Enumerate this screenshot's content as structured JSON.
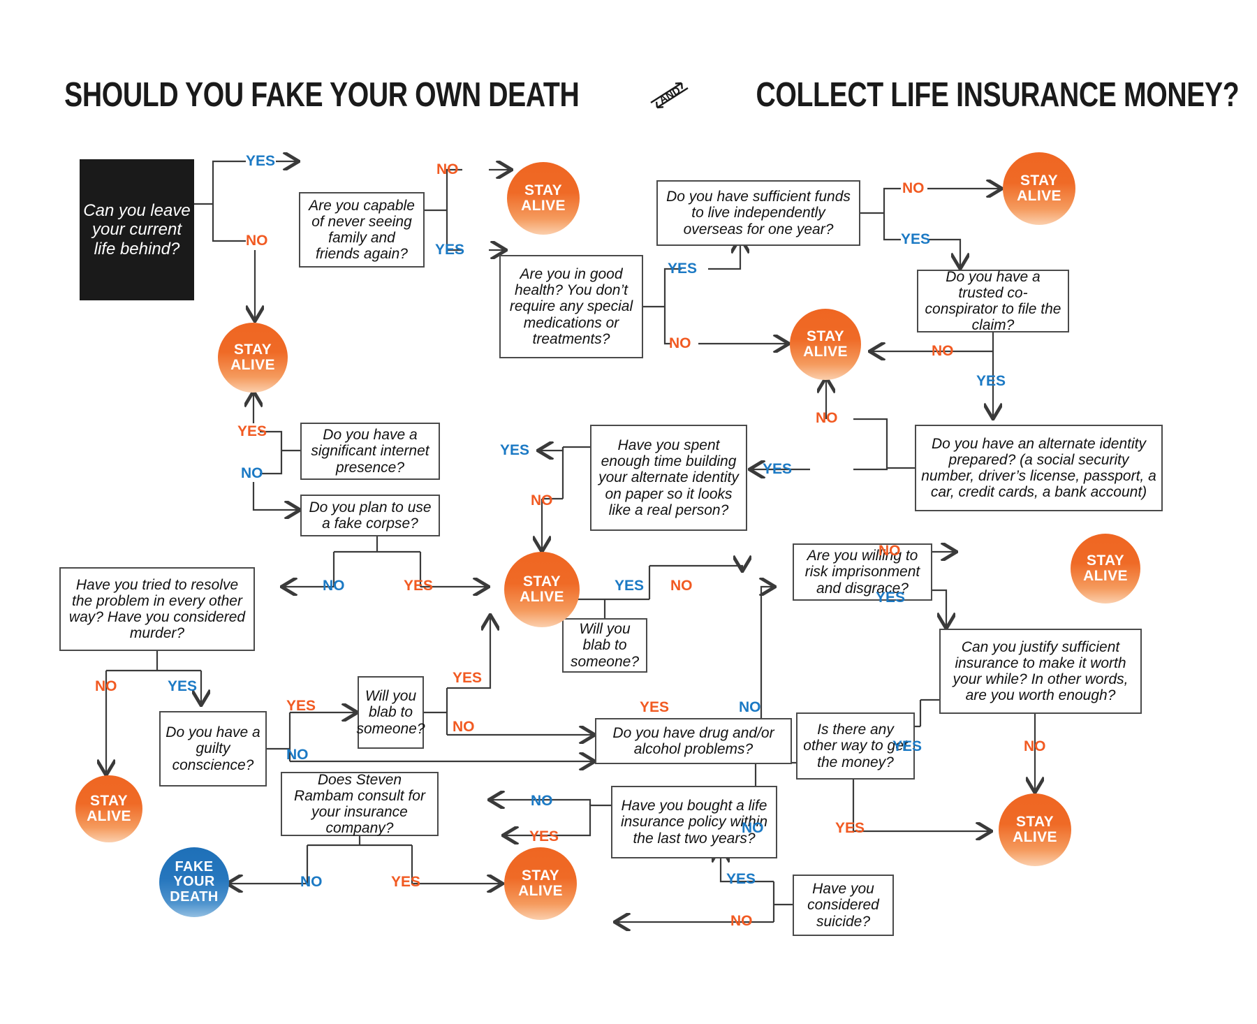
{
  "title": {
    "part1": "SHOULD YOU FAKE YOUR OWN DEATH",
    "connector": "AND",
    "part2": "COLLECT LIFE INSURANCE MONEY?"
  },
  "colors": {
    "yes_blue": "#1b79c4",
    "no_orange": "#f15a22",
    "stay_alive": "#ef6622",
    "fake_death": "#1e70b8",
    "start_box": "#1a1a1a",
    "box_border": "#4a4a4a",
    "wire": "#3a3a3a"
  },
  "nodes": {
    "start": "Can you leave your current life behind?",
    "q_family": "Are you capable of never seeing family and friends again?",
    "q_health": "Are you in good health? You don’t require any special medications or treatments?",
    "q_funds": "Do you have sufficient funds to live independently overseas for one year?",
    "q_coconspirator": "Do you have a trusted co-conspirator to file the claim?",
    "q_altidentity": "Do you have an alternate identity prepared?  (a social security number, driver’s license, passport, a car, credit cards, a bank account)",
    "q_paper": "Have you spent enough time building your alternate identity on paper so it looks like a real person?",
    "q_internet": "Do you have a significant internet presence?",
    "q_corpse": "Do you plan to use a fake corpse?",
    "q_resolve": "Have you tried to resolve the problem in every other way?  Have you considered murder?",
    "q_guilty": "Do you have a guilty conscience?",
    "q_blab1": "Will you blab to someone?",
    "q_blab2": "Will you blab to someone?",
    "q_drugs": "Do you have drug and/or alcohol problems?",
    "q_prison": "Are you willing to risk imprisonment and disgrace?",
    "q_justify": "Can you justify sufficient insurance to make it worth your while? In other words, are you worth enough?",
    "q_otherway": "Is there any other way to get the money?",
    "q_rambam": "Does Steven Rambam consult for your insurance company?",
    "q_policy": "Have you bought a life insurance policy within the last two years?",
    "q_suicide": "Have you considered suicide?"
  },
  "terminals": {
    "stay_alive_line1": "STAY",
    "stay_alive_line2": "ALIVE",
    "fake_line1": "FAKE",
    "fake_line2": "YOUR",
    "fake_line3": "DEATH"
  },
  "edge_labels": {
    "start_yes": "YES",
    "start_no": "NO",
    "family_no": "NO",
    "family_yes": "YES",
    "health_yes": "YES",
    "health_no": "NO",
    "funds_no": "NO",
    "funds_yes": "YES",
    "cocon_no": "NO",
    "cocon_yes": "YES",
    "altid_no": "NO",
    "altid_yes": "YES",
    "paper_yes": "YES",
    "paper_no": "NO",
    "internet_yes": "YES",
    "internet_no": "NO",
    "corpse_no": "NO",
    "corpse_yes": "YES",
    "resolve_no": "NO",
    "resolve_yes": "YES",
    "guilty_yes": "YES",
    "guilty_no": "NO",
    "blab1_yes": "YES",
    "blab1_no": "NO",
    "blab2_yes": "YES",
    "blab2_no": "NO",
    "prison_no": "NO",
    "prison_yes": "YES",
    "justify_yes": "YES",
    "justify_no": "NO",
    "otherway_no": "NO",
    "otherway_yes": "YES",
    "rambam_no": "NO",
    "rambam_yes": "YES",
    "policy_no": "NO",
    "policy_yes": "YES",
    "suicide_yes": "YES",
    "suicide_no": "NO"
  }
}
